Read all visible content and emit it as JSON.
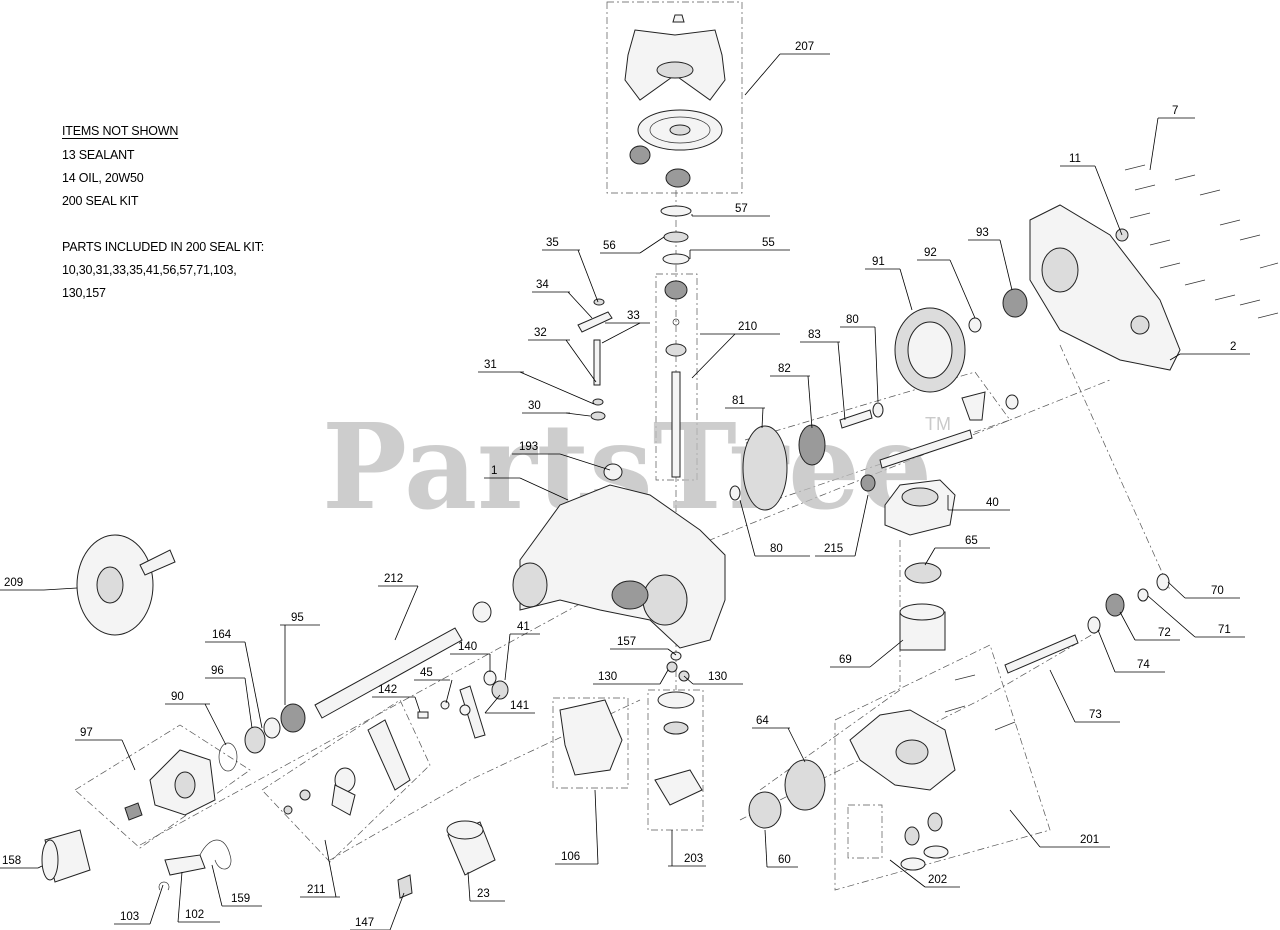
{
  "notes": {
    "title": "ITEMS NOT SHOWN",
    "lines": [
      "13 SEALANT",
      "14 OIL, 20W50",
      "200 SEAL KIT"
    ],
    "kit_title": "PARTS INCLUDED IN 200 SEAL KIT:",
    "kit_lines": [
      "10,30,31,33,35,41,56,57,71,103,",
      "130,157"
    ]
  },
  "watermark": {
    "text": "PartsTree",
    "tm": "TM"
  },
  "callouts": [
    {
      "label": "207"
    },
    {
      "label": "57"
    },
    {
      "label": "56"
    },
    {
      "label": "55"
    },
    {
      "label": "35"
    },
    {
      "label": "34"
    },
    {
      "label": "33"
    },
    {
      "label": "32"
    },
    {
      "label": "31"
    },
    {
      "label": "30"
    },
    {
      "label": "210"
    },
    {
      "label": "193"
    },
    {
      "label": "1"
    },
    {
      "label": "7"
    },
    {
      "label": "11"
    },
    {
      "label": "93"
    },
    {
      "label": "92"
    },
    {
      "label": "91"
    },
    {
      "label": "80"
    },
    {
      "label": "83"
    },
    {
      "label": "82"
    },
    {
      "label": "81"
    },
    {
      "label": "2"
    },
    {
      "label": "40"
    },
    {
      "label": "80"
    },
    {
      "label": "215"
    },
    {
      "label": "65"
    },
    {
      "label": "70"
    },
    {
      "label": "71"
    },
    {
      "label": "72"
    },
    {
      "label": "74"
    },
    {
      "label": "69"
    },
    {
      "label": "73"
    },
    {
      "label": "209"
    },
    {
      "label": "212"
    },
    {
      "label": "164"
    },
    {
      "label": "95"
    },
    {
      "label": "41"
    },
    {
      "label": "157"
    },
    {
      "label": "140"
    },
    {
      "label": "45"
    },
    {
      "label": "130"
    },
    {
      "label": "130"
    },
    {
      "label": "96"
    },
    {
      "label": "142"
    },
    {
      "label": "141"
    },
    {
      "label": "90"
    },
    {
      "label": "97"
    },
    {
      "label": "64"
    },
    {
      "label": "201"
    },
    {
      "label": "106"
    },
    {
      "label": "203"
    },
    {
      "label": "60"
    },
    {
      "label": "211"
    },
    {
      "label": "158"
    },
    {
      "label": "159"
    },
    {
      "label": "23"
    },
    {
      "label": "202"
    },
    {
      "label": "103"
    },
    {
      "label": "102"
    },
    {
      "label": "147"
    }
  ]
}
